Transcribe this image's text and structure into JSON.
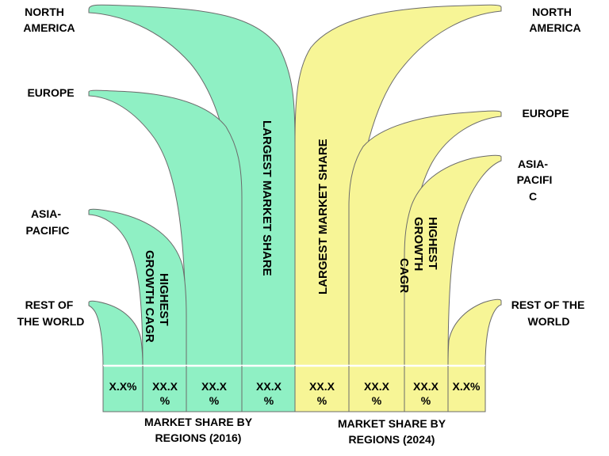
{
  "colors": {
    "left_fill": "#8ff0c4",
    "right_fill": "#f7f596",
    "stroke": "#6b6b6b"
  },
  "left": {
    "title_line1": "MARKET SHARE BY",
    "title_line2": "REGIONS (2016)",
    "region_labels": {
      "north_america": [
        "NORTH",
        "AMERICA"
      ],
      "europe": [
        "EUROPE"
      ],
      "asia_pacific": [
        "ASIA-",
        "PACIFIC"
      ],
      "rest_of_world": [
        "REST OF",
        "THE WORLD"
      ]
    },
    "cells": [
      [
        "X.X%"
      ],
      [
        "XX.X",
        "%"
      ],
      [
        "XX.X",
        "%"
      ],
      [
        "XX.X",
        "%"
      ]
    ],
    "callouts": {
      "largest": "LARGEST MARKET SHARE",
      "growth": [
        "HIGHEST",
        "GROWTH CAGR"
      ]
    }
  },
  "right": {
    "title_line1": "MARKET SHARE BY",
    "title_line2": "REGIONS (2024)",
    "region_labels": {
      "north_america": [
        "NORTH",
        "AMERICA"
      ],
      "europe": [
        "EUROPE"
      ],
      "asia_pacific": [
        "ASIA-",
        "PACIFI",
        "C"
      ],
      "rest_of_world": [
        "REST OF THE",
        "WORLD"
      ]
    },
    "cells": [
      [
        "XX.X",
        "%"
      ],
      [
        "XX.X",
        "%"
      ],
      [
        "XX.X",
        "%"
      ],
      [
        "X.X%"
      ]
    ],
    "callouts": {
      "largest": "LARGEST MARKET SHARE",
      "growth": [
        "HIGHEST",
        "GROWTH",
        "CAGR"
      ]
    }
  }
}
